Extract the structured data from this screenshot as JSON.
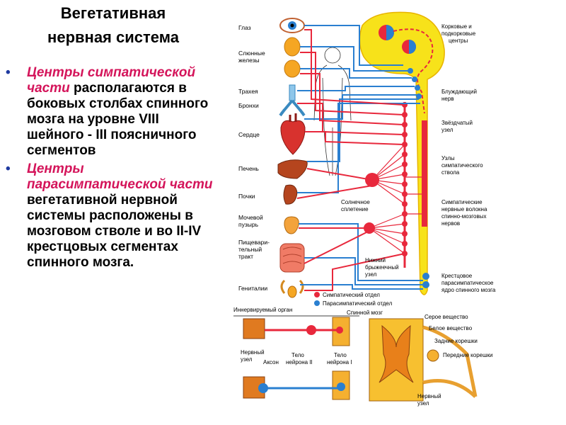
{
  "title": {
    "line1": "Вегетативная",
    "line2": "нервная система"
  },
  "bullets": [
    {
      "highlight": "Центры симпатической части",
      "rest": " располагаются в боковых столбах спинного мозга на уровне VIII шейного - III поясничного сегментов"
    },
    {
      "highlight": "Центры парасимпатической части",
      "rest": " вегетативной нервной системы расположены в мозговом стволе и во II-IV крестцовых сегментах спинного мозга."
    }
  ],
  "organs": [
    "Глаз",
    "Слюнные",
    "железы",
    "Трахея",
    "Бронхи",
    "Сердце",
    "Печень",
    "Почки",
    "Мочевой",
    "пузырь",
    "Пищевари-",
    "тельный",
    "тракт",
    "Гениталии"
  ],
  "right_labels": {
    "cortex1": "Корковые и",
    "cortex2": "подкорковые",
    "cortex3": "центры",
    "vagus1": "Блуждающий",
    "vagus2": "нерв",
    "stellate1": "Звёздчатый",
    "stellate2": "узел",
    "symp1": "Узлы",
    "symp2": "симпатического",
    "symp3": "ствола",
    "solar1": "Солнечное",
    "solar2": "сплетение",
    "fibers1": "Симпатические",
    "fibers2": "нервные волокна",
    "fibers3": "спинно-мозговых",
    "fibers4": "нервов",
    "mesent1": "Нижний",
    "mesent2": "брыжеечный",
    "mesent3": "узел",
    "sacral1": "Крестцовое",
    "sacral2": "парасимпатическое",
    "sacral3": "ядро спинного мозга"
  },
  "legend": {
    "symp": "Симпатический отдел",
    "para": "Парасимпатический отдел"
  },
  "bottom_labels": {
    "organ": "Иннервируемый орган",
    "cord": "Спинной мозг",
    "ganglion1": "Нервный",
    "ganglion2": "узел",
    "axon": "Аксон",
    "neuron2a": "Тело",
    "neuron2b": "нейрона II",
    "neuron1a": "Тело",
    "neuron1b": "нейрона I",
    "grey": "Серое вещество",
    "white": "Белое вещество",
    "dorsal": "Задние корешки",
    "ventral": "Передние корешки",
    "ganglion3": "Нервный",
    "ganglion4": "узел"
  },
  "colors": {
    "symp": "#e8283c",
    "para": "#2a7fd0",
    "cord": "#f7e21a",
    "cord_edge": "#e8b400",
    "bullet": "#1f3aa0",
    "highlight": "#d4145a"
  }
}
